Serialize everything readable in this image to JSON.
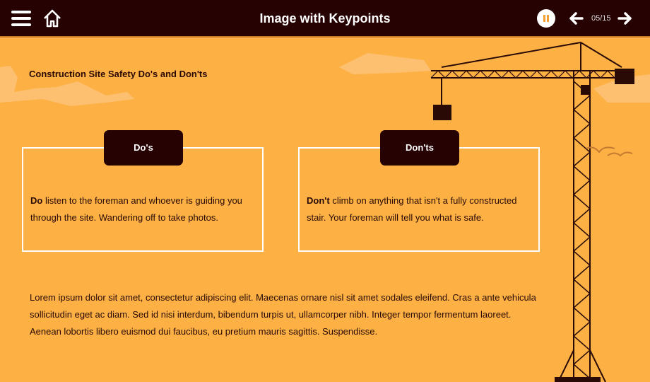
{
  "header": {
    "title": "Image with Keypoints",
    "counter": "05/15"
  },
  "heading": "Construction Site Safety Do's and Don'ts",
  "dos": {
    "label": "Do's",
    "bold": "Do",
    "text": " listen to the foreman and whoever is guiding you through the site. Wandering off to take photos."
  },
  "donts": {
    "label": "Don'ts",
    "bold": "Don't",
    "text": " climb on anything that isn't a fully constructed stair. Your foreman will tell you what is safe."
  },
  "body": "Lorem ipsum dolor sit amet, consectetur adipiscing elit. Maecenas ornare nisl sit amet sodales eleifend. Cras a ante vehicula sollicitudin eget ac diam. Sed id nisi interdum, bibendum turpis ut, ullamcorper nibh. Integer tempor fermentum laoreet. Aenean lobortis libero euismod dui faucibus, eu pretium mauris sagittis. Suspendisse.",
  "colors": {
    "background": "#fdb044",
    "dark": "#260203"
  }
}
